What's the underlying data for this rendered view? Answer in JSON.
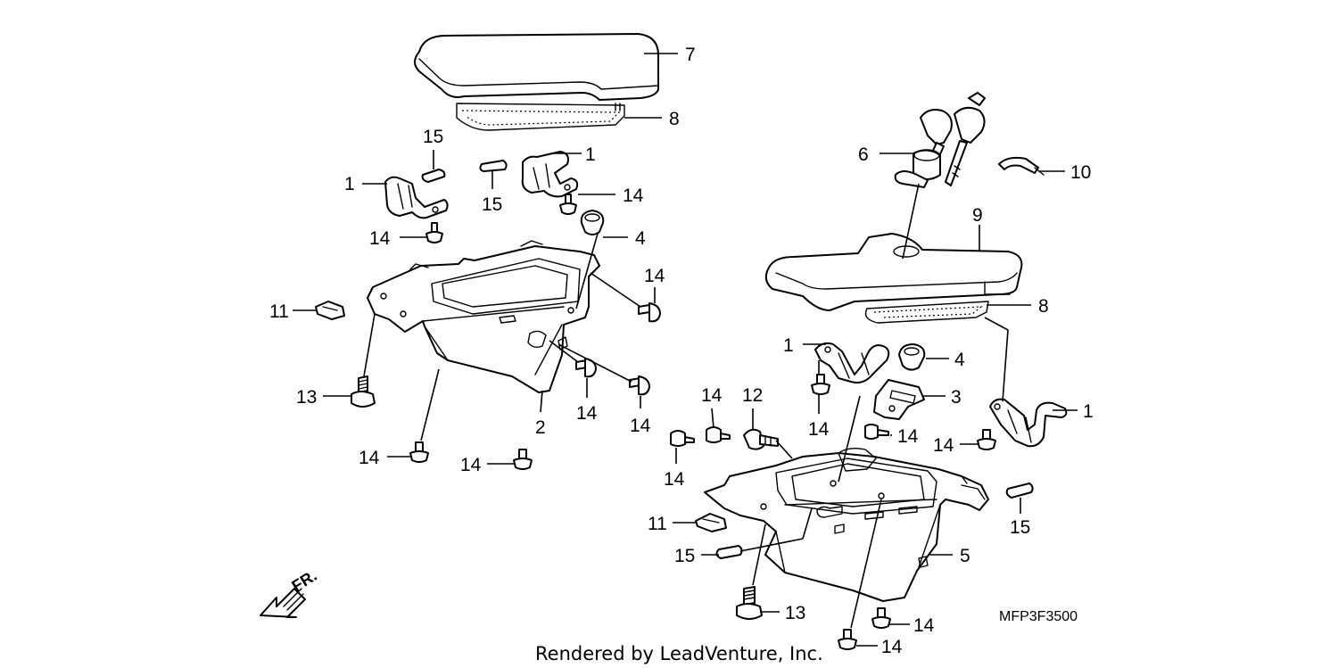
{
  "diagram": {
    "diagram_code": "MFP3F3500",
    "credit": "Rendered by LeadVenture, Inc.",
    "front_arrow_label": "FR.",
    "callouts": [
      {
        "id": "c7",
        "label": "7"
      },
      {
        "id": "c8a",
        "label": "8"
      },
      {
        "id": "c15a",
        "label": "15"
      },
      {
        "id": "c1a",
        "label": "1"
      },
      {
        "id": "c1b",
        "label": "1"
      },
      {
        "id": "c15b",
        "label": "15"
      },
      {
        "id": "c14a",
        "label": "14"
      },
      {
        "id": "c14b",
        "label": "14"
      },
      {
        "id": "c4a",
        "label": "4"
      },
      {
        "id": "c14c",
        "label": "14"
      },
      {
        "id": "c11a",
        "label": "11"
      },
      {
        "id": "c13a",
        "label": "13"
      },
      {
        "id": "c14d",
        "label": "14"
      },
      {
        "id": "c14e",
        "label": "14"
      },
      {
        "id": "c2",
        "label": "2"
      },
      {
        "id": "c14f",
        "label": "14"
      },
      {
        "id": "c14g",
        "label": "14"
      },
      {
        "id": "c6",
        "label": "6"
      },
      {
        "id": "c10",
        "label": "10"
      },
      {
        "id": "c9",
        "label": "9"
      },
      {
        "id": "c8b",
        "label": "8"
      },
      {
        "id": "c1c",
        "label": "1"
      },
      {
        "id": "c4b",
        "label": "4"
      },
      {
        "id": "c3",
        "label": "3"
      },
      {
        "id": "c14h",
        "label": "14"
      },
      {
        "id": "c12",
        "label": "12"
      },
      {
        "id": "c14i",
        "label": "14"
      },
      {
        "id": "c14j",
        "label": "14"
      },
      {
        "id": "c14k",
        "label": "14"
      },
      {
        "id": "c1d",
        "label": "1"
      },
      {
        "id": "c14l",
        "label": "14"
      },
      {
        "id": "c14m",
        "label": "14"
      },
      {
        "id": "c11b",
        "label": "11"
      },
      {
        "id": "c15c",
        "label": "15"
      },
      {
        "id": "c15d",
        "label": "15"
      },
      {
        "id": "c5",
        "label": "5"
      },
      {
        "id": "c13b",
        "label": "13"
      },
      {
        "id": "c14n",
        "label": "14"
      },
      {
        "id": "c14o",
        "label": "14"
      }
    ]
  }
}
